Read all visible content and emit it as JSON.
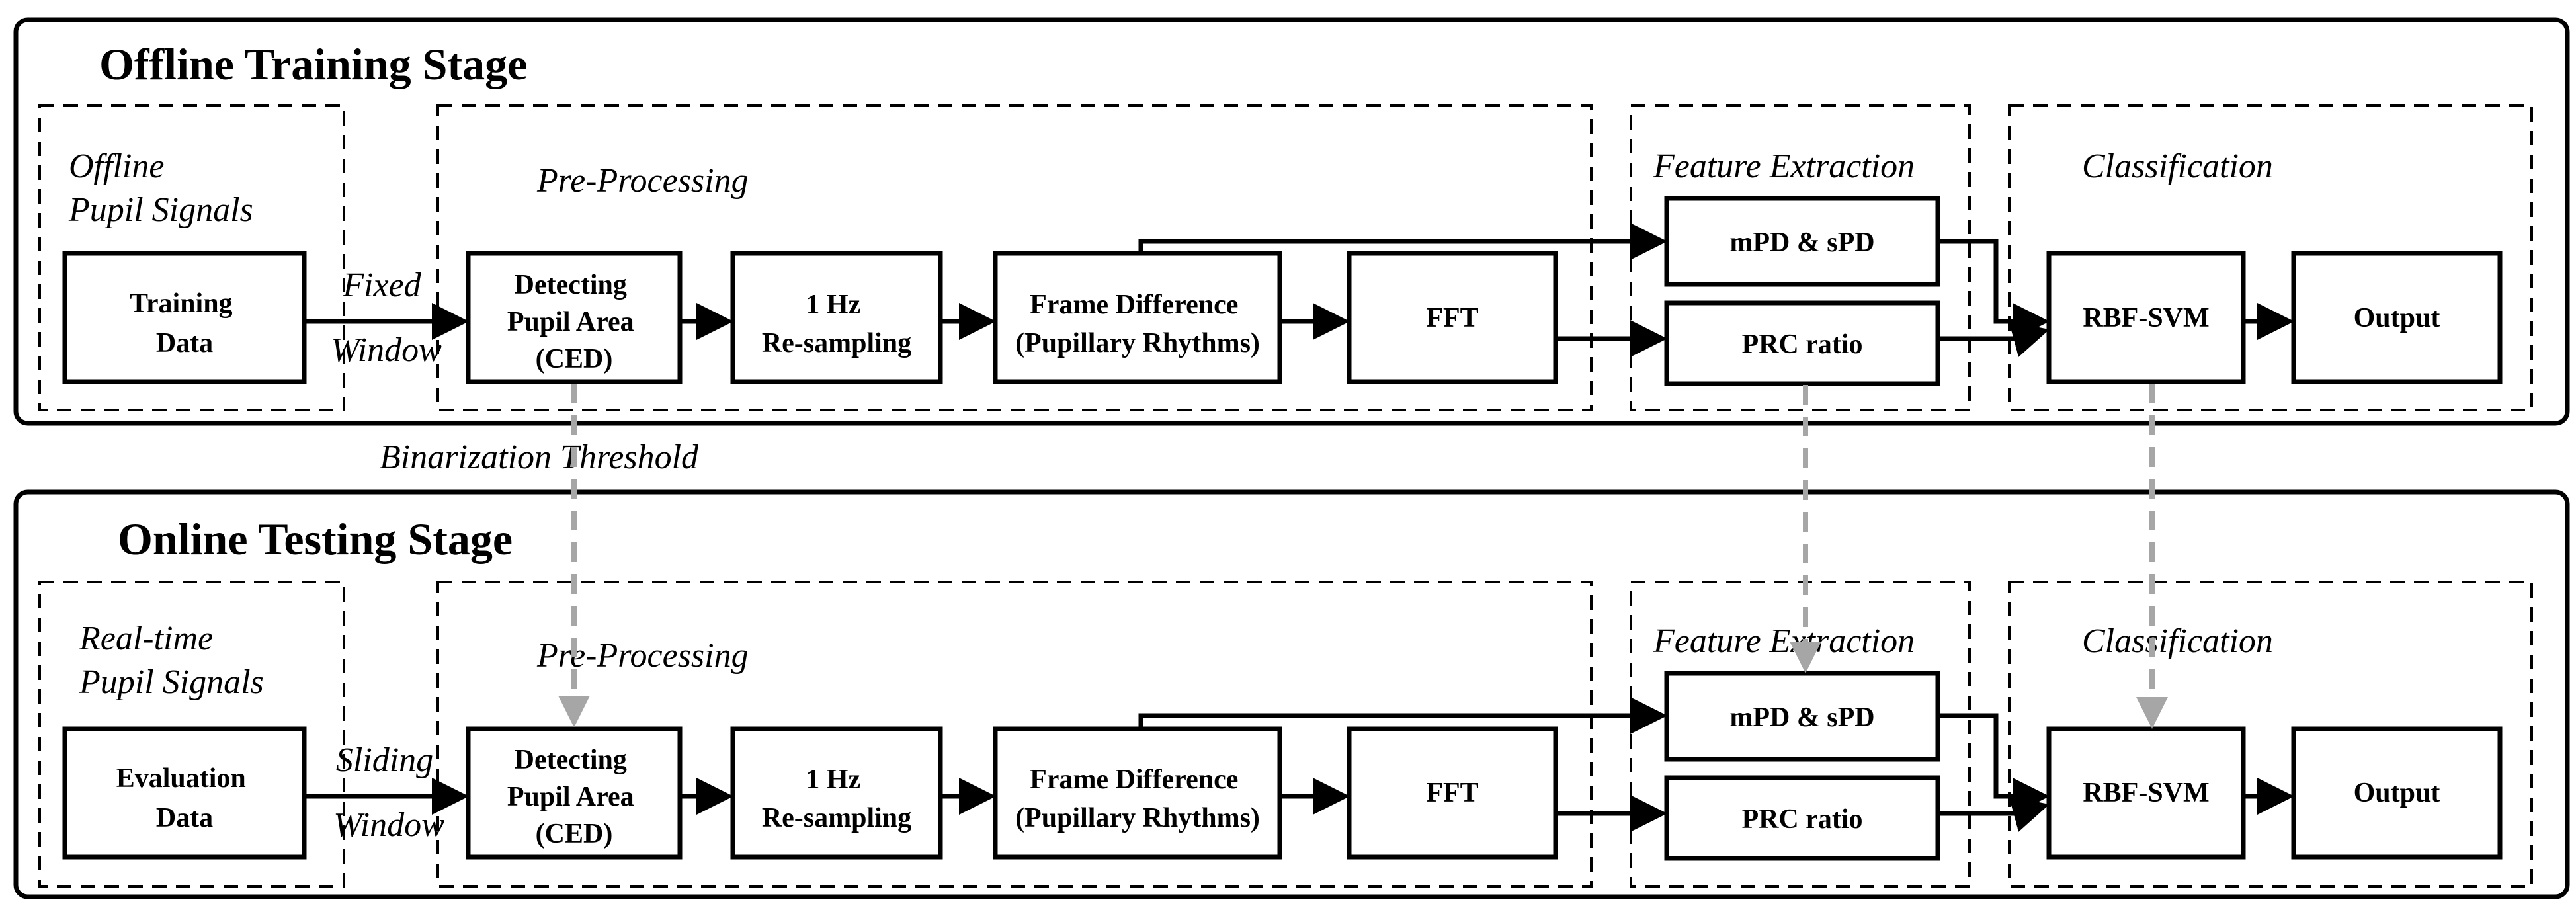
{
  "diagram": {
    "offline": {
      "title": "Offline Training Stage",
      "input_label": [
        "Offline",
        "Pupil Signals"
      ],
      "preprocessing_label": "Pre-Processing",
      "feature_label": "Feature Extraction",
      "classification_label": "Classification",
      "data_box": [
        "Training",
        "Data"
      ],
      "window_label": [
        "Fixed",
        "Window"
      ],
      "detect_box": [
        "Detecting",
        "Pupil Area",
        "(CED)"
      ],
      "resample_box": [
        "1 Hz",
        "Re-sampling"
      ],
      "framediff_box": [
        "Frame Difference",
        "(Pupillary Rhythms)"
      ],
      "fft_box": "FFT",
      "mpd_box": "mPD & sPD",
      "prc_box": "PRC ratio",
      "svm_box": "RBF-SVM",
      "output_box": "Output"
    },
    "binarization_label": "Binarization Threshold",
    "online": {
      "title": "Online Testing Stage",
      "input_label": [
        "Real-time",
        "Pupil Signals"
      ],
      "preprocessing_label": "Pre-Processing",
      "feature_label": "Feature Extraction",
      "classification_label": "Classification",
      "data_box": [
        "Evaluation",
        "Data"
      ],
      "window_label": [
        "Sliding",
        "Window"
      ],
      "detect_box": [
        "Detecting",
        "Pupil Area",
        "(CED)"
      ],
      "resample_box": [
        "1 Hz",
        "Re-sampling"
      ],
      "framediff_box": [
        "Frame Difference",
        "(Pupillary Rhythms)"
      ],
      "fft_box": "FFT",
      "mpd_box": "mPD & sPD",
      "prc_box": "PRC ratio",
      "svm_box": "RBF-SVM",
      "output_box": "Output"
    },
    "colors": {
      "line": "#000000",
      "dashed_link": "#a6a6a6"
    }
  }
}
